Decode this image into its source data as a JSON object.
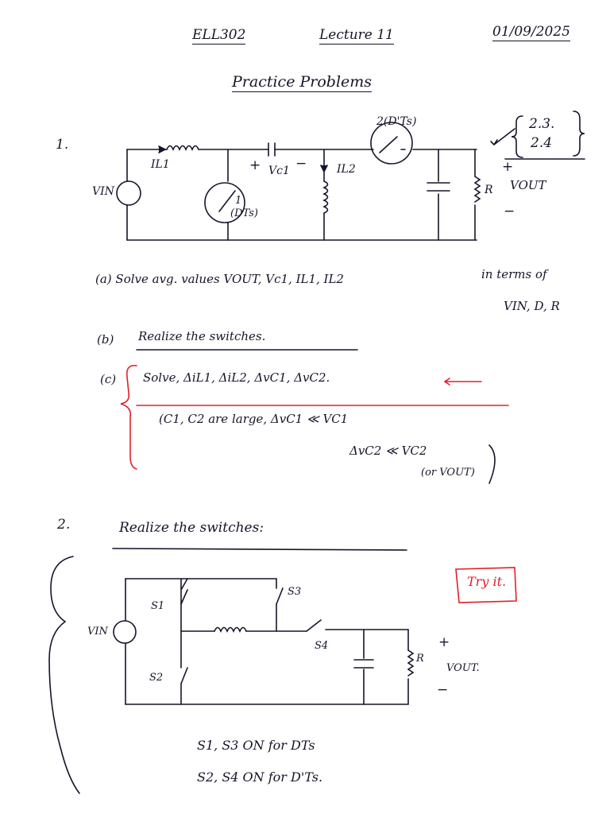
{
  "header": {
    "course": "ELL302",
    "lecture": "Lecture 11",
    "date": "01/09/2025"
  },
  "title": "Practice Problems",
  "problem1": {
    "number": "1.",
    "switch_top": "2(D'Ts)",
    "switch_left_num": "1",
    "switch_left_label": "(DTs)",
    "ref_a": "2.3.",
    "ref_b": "2.4",
    "vin": "VIN",
    "il1": "IL1",
    "vc1": "Vc1",
    "il2": "IL2",
    "r": "R",
    "plus": "+",
    "minus": "−",
    "vout": "VOUT",
    "part_a_1": "(a)  Solve   avg. values   VOUT,  Vc1,  IL1,  IL2",
    "part_a_2": "in terms of",
    "part_a_3": "VIN, D, R",
    "part_b_label": "(b)",
    "part_b": "Realize   the   switches.",
    "part_c_label": "(c)",
    "part_c": "Solve,    ΔiL1,   ΔiL2,    ΔvC1,   ΔvC2.",
    "part_c_2": "(C1, C2  are large,   ΔvC1  ≪  VC1",
    "part_c_3": "ΔvC2  ≪  VC2",
    "part_c_4": "(or VOUT)"
  },
  "problem2": {
    "number": "2.",
    "heading": "Realize   the   switches:",
    "try": "Try it.",
    "s1": "S1",
    "s2": "S2",
    "s3": "S3",
    "s4": "S4",
    "vin": "VIN",
    "r": "R",
    "plus": "+",
    "minus": "−",
    "vout": "VOUT.",
    "note1": "S1, S3     ON for DTs",
    "note2": "S2, S4     ON for D'Ts."
  }
}
